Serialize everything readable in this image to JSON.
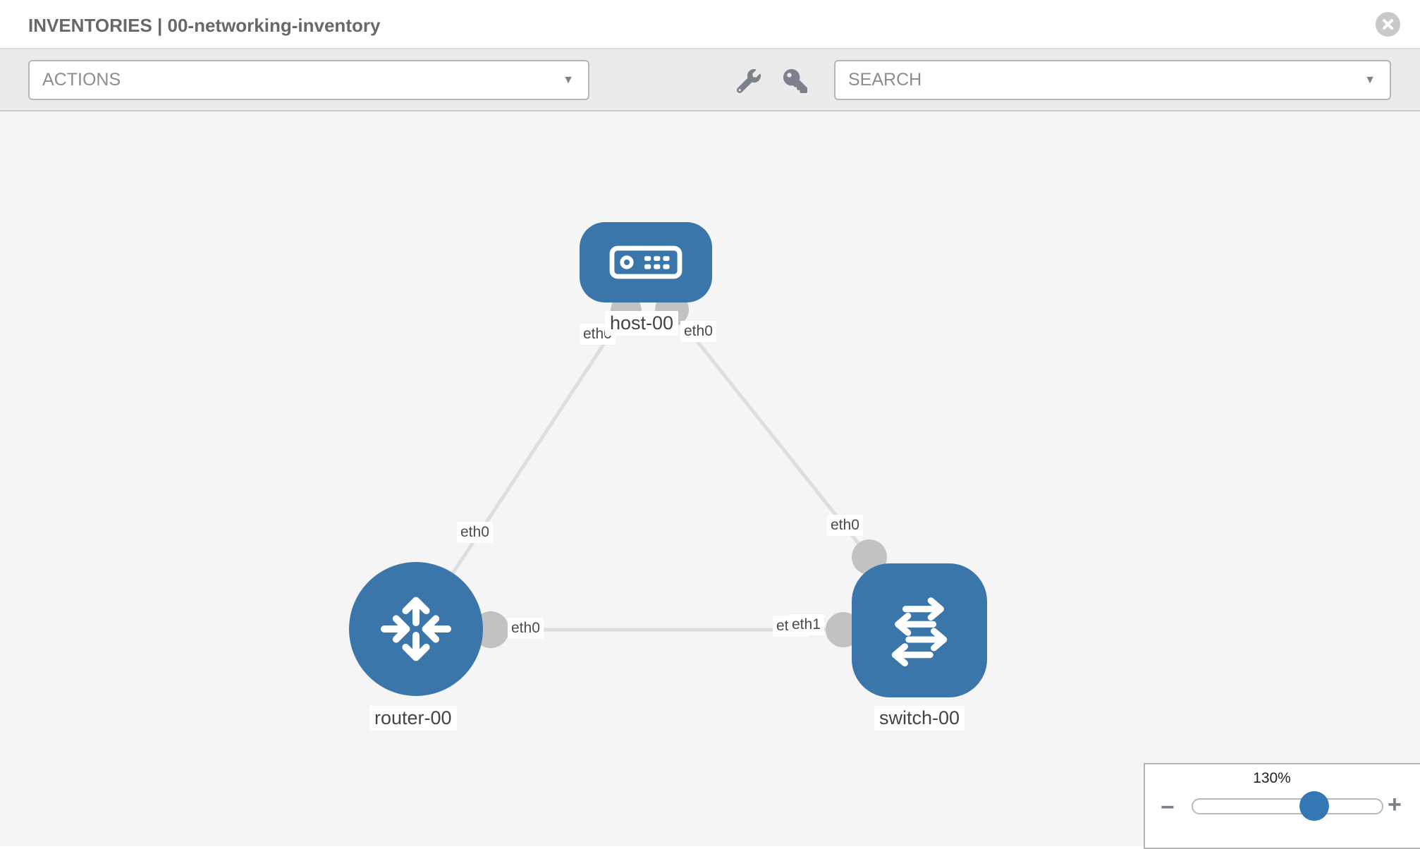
{
  "header": {
    "title": "INVENTORIES | 00-networking-inventory"
  },
  "toolbar": {
    "actions": {
      "label": "ACTIONS",
      "caret": "▼"
    },
    "search": {
      "placeholder": "SEARCH",
      "caret": "▼"
    },
    "tools": [
      {
        "icon": "wrench-icon"
      },
      {
        "icon": "key-icon"
      }
    ]
  },
  "topology": {
    "nodes": [
      {
        "label": "host-00",
        "type": "host",
        "icon": "host-icon"
      },
      {
        "label": "router-00",
        "type": "router",
        "icon": "router-icon"
      },
      {
        "label": "switch-00",
        "type": "switch",
        "icon": "switch-icon"
      }
    ],
    "links": [
      {
        "from": "host-00",
        "to": "router-00"
      },
      {
        "from": "host-00",
        "to": "switch-00"
      },
      {
        "from": "router-00",
        "to": "switch-00"
      }
    ],
    "interface_labels": [
      {
        "text": "eth0"
      },
      {
        "text": "eth0"
      },
      {
        "text": "eth0"
      },
      {
        "text": "eth0"
      },
      {
        "text": "eth0"
      },
      {
        "text": "eth0"
      },
      {
        "text": "eth1"
      }
    ]
  },
  "zoom_control": {
    "level": "130%",
    "minus_label": "−",
    "plus_label": "+"
  },
  "colors": {
    "node_fill": "#3b76ab",
    "link": "#dedede",
    "connector_dot": "#c2c2c2",
    "slider_thumb": "#3377b5",
    "canvas_bg": "#f5f5f5",
    "toolbar_bg": "#ebebeb"
  }
}
